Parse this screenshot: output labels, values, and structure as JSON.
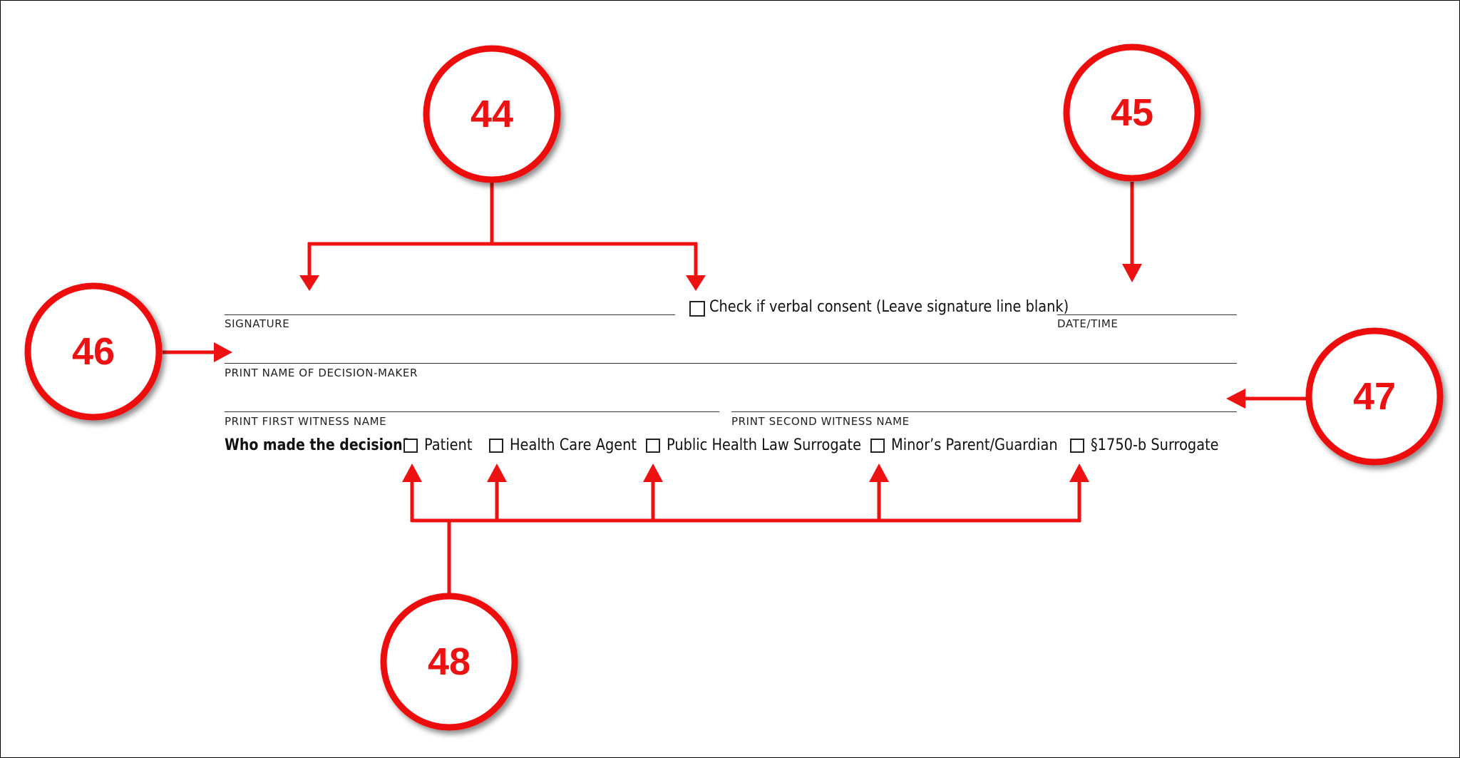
{
  "form": {
    "signature_label": "SIGNATURE",
    "verbal_consent_label": "Check if verbal consent (Leave signature line blank)",
    "datetime_label": "DATE/TIME",
    "print_name_label": "PRINT NAME OF DECISION-MAKER",
    "first_witness_label": "PRINT FIRST WITNESS NAME",
    "second_witness_label": "PRINT SECOND WITNESS NAME",
    "decision_question": "Who made the decision?",
    "decision_options": [
      "Patient",
      "Health Care Agent",
      "Public Health Law Surrogate",
      "Minor’s Parent/Guardian",
      "§1750-b Surrogate"
    ]
  },
  "callouts": [
    "44",
    "45",
    "46",
    "47",
    "48"
  ],
  "colors": {
    "callout_red": "#ee1111",
    "rule": "#333333"
  }
}
